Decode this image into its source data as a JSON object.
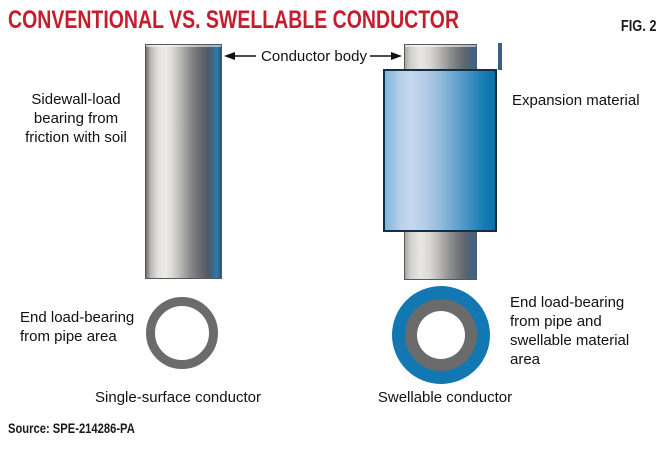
{
  "figure": {
    "title": "CONVENTIONAL VS. SWELLABLE CONDUCTOR",
    "fig_label": "FIG. 2",
    "source": "Source: SPE-214286-PA",
    "colors": {
      "title_red": "#c41e2e",
      "steel_light": "#edebe7",
      "steel_dark": "#5a5a5c",
      "steel_blue_edge": "#2e7ba9",
      "expansion_blue_light": "#c6d8ee",
      "expansion_blue_dark": "#0a72a8",
      "ring_gray": "#6b6b6b",
      "ring_blue": "#1377b2"
    },
    "labels": {
      "conductor_body": "Conductor body",
      "sidewall": "Sidewall-load\nbearing from\nfriction with soil",
      "expansion_material": "Expansion material",
      "end_load_left": "End load-bearing\nfrom pipe area",
      "single_surface": "Single-surface conductor",
      "end_load_right": "End load-bearing\nfrom pipe and\nswellable material\narea",
      "swellable": "Swellable conductor"
    },
    "icons": {
      "left_arrow": "arrow-pointing-left",
      "right_arrow": "arrow-pointing-right"
    }
  }
}
